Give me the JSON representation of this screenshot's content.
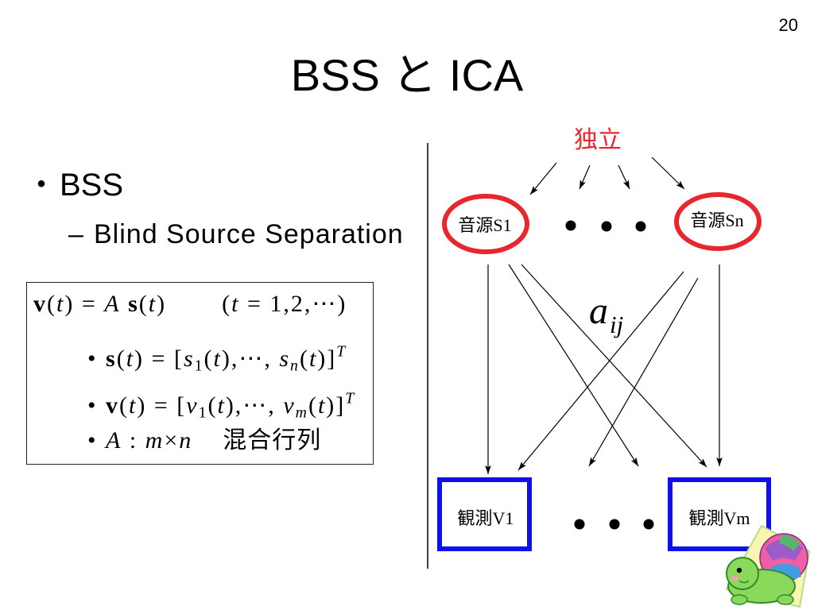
{
  "page_number": "20",
  "title": "BSS と ICA",
  "bullets": [
    {
      "marker": "・",
      "text": "BSS",
      "sub_bullets": [
        {
          "marker": "–",
          "text": "Blind Source Separation"
        }
      ]
    }
  ],
  "formula_box": {
    "lines": [
      {
        "main": [
          {
            "bold": "v"
          },
          {
            "plain": "("
          },
          {
            "italic": "t"
          },
          {
            "plain": ") = "
          },
          {
            "italic": "A"
          },
          {
            "bold": " s"
          },
          {
            "plain": "("
          },
          {
            "italic": "t"
          },
          {
            "plain": ")"
          }
        ],
        "note": [
          {
            "plain": "("
          },
          {
            "italic": "t"
          },
          {
            "plain": " = 1,2,⋯)"
          }
        ]
      },
      {
        "bullet": "•",
        "main": [
          {
            "bold": "s"
          },
          {
            "plain": "("
          },
          {
            "italic": "t"
          },
          {
            "plain": ") = ["
          },
          {
            "italic": "s"
          },
          {
            "sub": "1"
          },
          {
            "plain": "("
          },
          {
            "italic": "t"
          },
          {
            "plain": "),⋯, "
          },
          {
            "italic": "s"
          },
          {
            "subitalic": "n"
          },
          {
            "plain": "("
          },
          {
            "italic": "t"
          },
          {
            "plain": ")]"
          },
          {
            "supitalic": "T"
          }
        ]
      },
      {
        "bullet": "•",
        "main": [
          {
            "bold": "v"
          },
          {
            "plain": "("
          },
          {
            "italic": "t"
          },
          {
            "plain": ") = ["
          },
          {
            "italic": "v"
          },
          {
            "sub": "1"
          },
          {
            "plain": "("
          },
          {
            "italic": "t"
          },
          {
            "plain": "),⋯, "
          },
          {
            "italic": "v"
          },
          {
            "subitalic": "m"
          },
          {
            "plain": "("
          },
          {
            "italic": "t"
          },
          {
            "plain": ")]"
          },
          {
            "supitalic": "T"
          }
        ]
      },
      {
        "bullet": "•",
        "main": [
          {
            "italic": "A"
          },
          {
            "plain": " : "
          },
          {
            "italic": "m"
          },
          {
            "plain": "×"
          },
          {
            "italic": "n"
          }
        ],
        "note": [
          {
            "plain": "混合行列"
          }
        ]
      }
    ]
  },
  "diagram": {
    "independence_label": "独立",
    "sources": [
      {
        "label": "音源S1"
      },
      {
        "label": "音源Sn"
      }
    ],
    "observations": [
      {
        "label": "観測V1"
      },
      {
        "label": "観測Vm"
      }
    ],
    "mixing_coefficient": {
      "symbol": "a",
      "subscript": "ij"
    },
    "colors": {
      "independence": "#e8262d",
      "source_outline": "#e8262d",
      "observation_outline": "#1010e8"
    }
  }
}
